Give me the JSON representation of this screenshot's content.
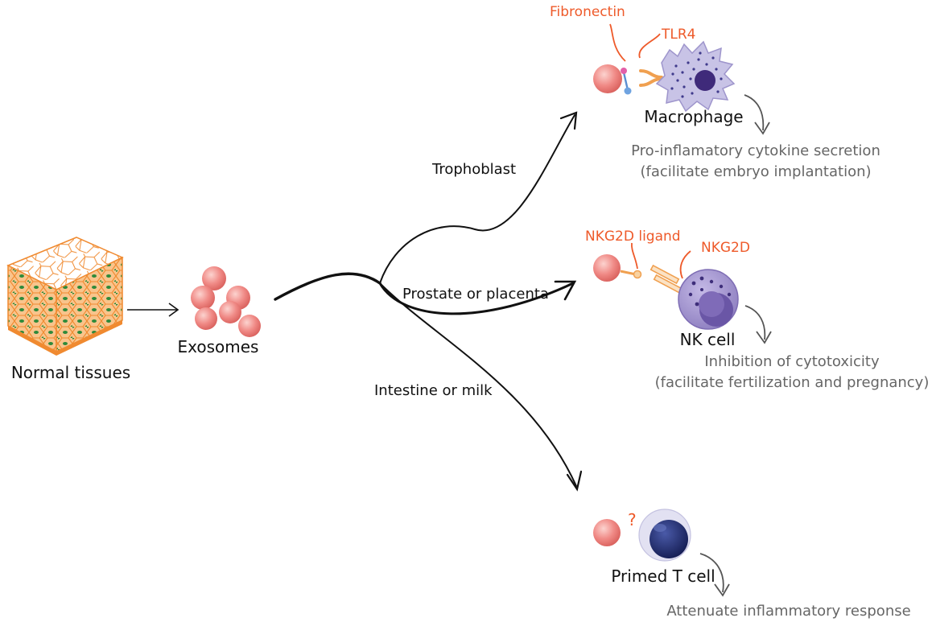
{
  "colors": {
    "accent": "#EE5A2A",
    "effect_text": "#666666",
    "exosome": "#F08A86",
    "tissue_line": "#F08A30",
    "tissue_nucleus": "#2E8A3A",
    "macrophage": "#C8C3E6",
    "nk_cell": "#9C8FC9",
    "t_cell": "#1F2A6B"
  },
  "source": {
    "tissue_label": "Normal tissues",
    "exosome_label": "Exosomes"
  },
  "routes": [
    {
      "label": "Trophoblast"
    },
    {
      "label": "Prostate or placenta"
    },
    {
      "label": "Intestine or milk"
    }
  ],
  "targets": {
    "macrophage": {
      "ligand": "Fibronectin",
      "receptor": "TLR4",
      "cell": "Macrophage",
      "effect_line1": "Pro-inflamatory cytokine secretion",
      "effect_line2": "(facilitate embryo implantation)"
    },
    "nk": {
      "ligand": "NKG2D ligand",
      "receptor": "NKG2D",
      "cell": "NK cell",
      "effect_line1": "Inhibition of cytotoxicity",
      "effect_line2": "(facilitate fertilization and pregnancy)"
    },
    "tcell": {
      "unknown_mark": "?",
      "cell": "Primed T cell",
      "effect": "Attenuate inflammatory response"
    }
  },
  "icons": [
    "tissue-cube-icon",
    "exosome-cluster-icon",
    "macrophage-icon",
    "nk-cell-icon",
    "t-cell-icon"
  ]
}
